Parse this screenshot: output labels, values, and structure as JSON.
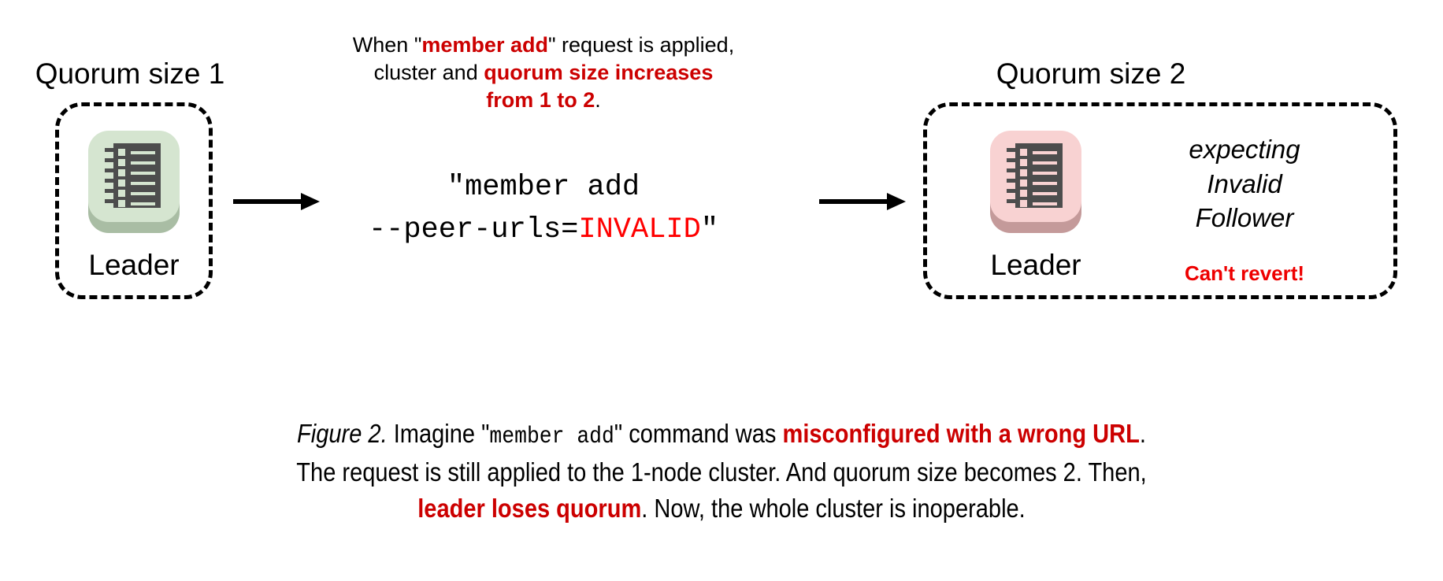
{
  "figure": {
    "background": "#ffffff",
    "accent_red_bold": "#cc0000",
    "accent_red_bright": "#ff0000",
    "node_green": "#d5e5d0",
    "node_green_shadow": "#a9bda4",
    "node_pink": "#f8d2d2",
    "node_pink_shadow": "#c49a9a",
    "rack_gray": "#4d4d4d"
  },
  "left_cluster": {
    "title": "Quorum size 1",
    "node_label": "Leader",
    "icon_name": "server-node-icon"
  },
  "right_cluster": {
    "title": "Quorum size 2",
    "node_label": "Leader",
    "icon_name": "server-node-icon",
    "status_line_1": "expecting",
    "status_line_2": "Invalid",
    "status_line_3": "Follower",
    "warning": "Can't revert!"
  },
  "explanation": {
    "line1_a": "When \"",
    "line1_b": "member add",
    "line1_c": "\" request is applied,",
    "line2_a": "cluster and ",
    "line2_b": "quorum size increases",
    "line3_b": "from 1 to 2",
    "line3_c": "."
  },
  "command": {
    "line1": "\"member add",
    "line2_a": "--peer-urls=",
    "line2_invalid": "INVALID",
    "line2_b": "\""
  },
  "arrows": {
    "left_arrow_name": "arrow-left-to-center",
    "right_arrow_name": "arrow-center-to-right"
  },
  "caption": {
    "l1_fignum": "Figure 2.",
    "l1_a": " Imagine \"",
    "l1_mono": "member add",
    "l1_b": "\" command was ",
    "l1_red": "misconfigured with a wrong URL",
    "l1_c": ".",
    "l2": "The request is still applied to the 1-node cluster. And quorum size becomes 2. Then,",
    "l3_red": "leader loses quorum",
    "l3_a": ". Now, the whole cluster is inoperable."
  }
}
